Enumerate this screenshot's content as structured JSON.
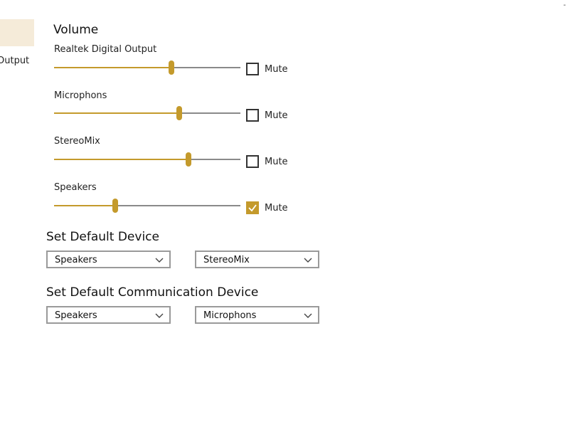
{
  "nav": {
    "item_label": "Output",
    "corner_mark": "-"
  },
  "volume": {
    "title": "Volume",
    "devices": [
      {
        "name": "Realtek Digital Output",
        "level": 0.63,
        "mute_label": "Mute",
        "muted": false
      },
      {
        "name": "Microphons",
        "level": 0.67,
        "mute_label": "Mute",
        "muted": false
      },
      {
        "name": "StereoMix",
        "level": 0.72,
        "mute_label": "Mute",
        "muted": false
      },
      {
        "name": "Speakers",
        "level": 0.33,
        "mute_label": "Mute",
        "muted": true
      }
    ]
  },
  "default_device": {
    "title": "Set Default Device",
    "output_value": "Speakers",
    "input_value": "StereoMix"
  },
  "default_communication_device": {
    "title": "Set Default Communication Device",
    "output_value": "Speakers",
    "input_value": "Microphons"
  },
  "colors": {
    "accent": "#c49a2c",
    "track": "#8a8a8a",
    "nav_selected": "#f5ebd9"
  }
}
